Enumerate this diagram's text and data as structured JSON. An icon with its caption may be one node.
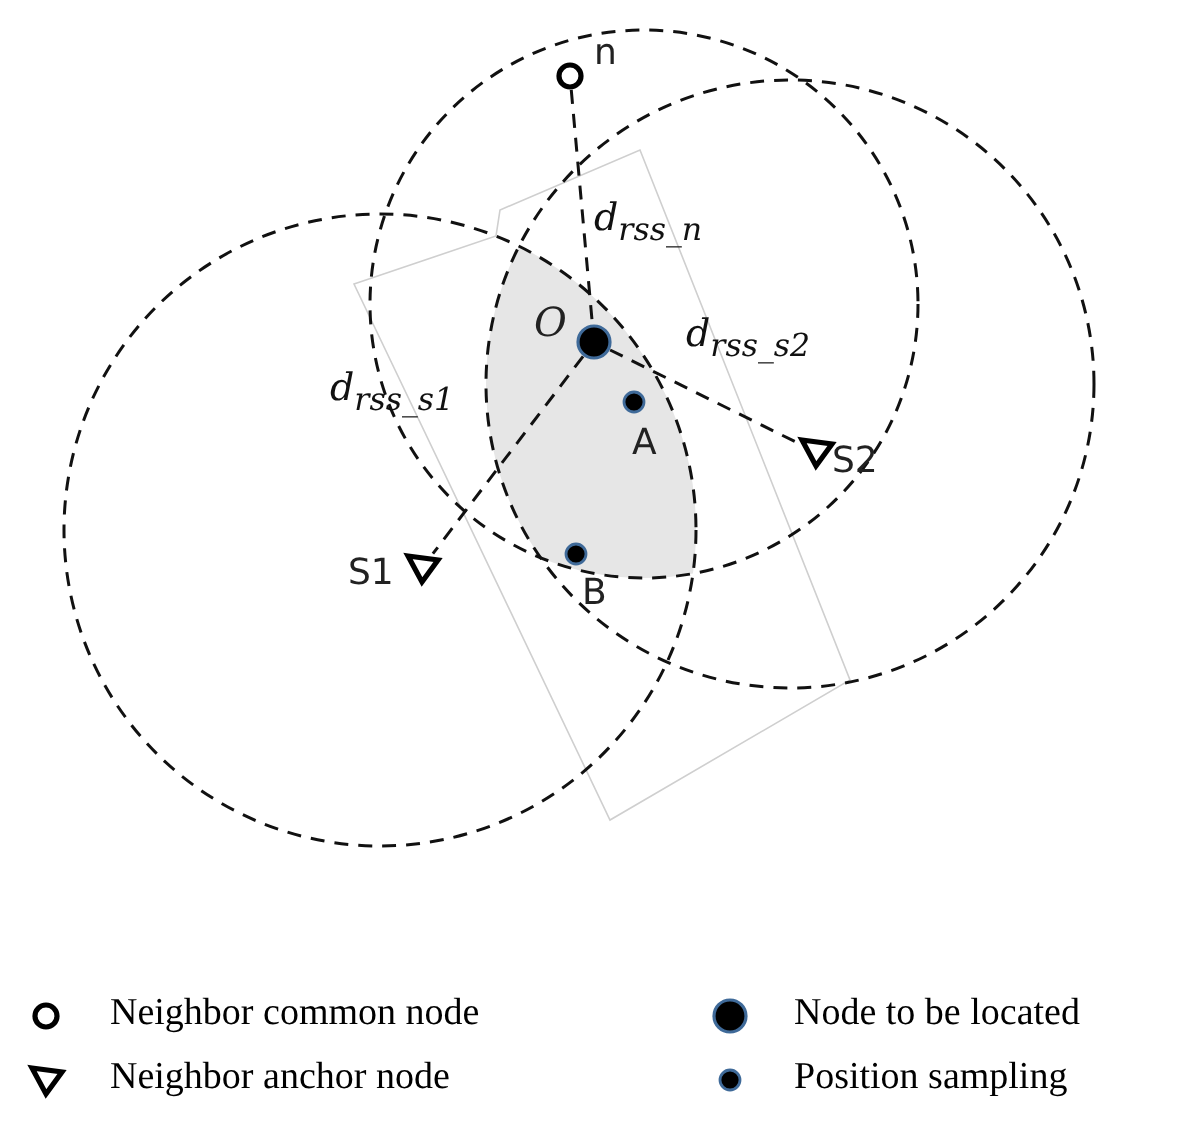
{
  "diagram": {
    "nodes": [
      {
        "text": [
          "n"
        ]
      },
      {
        "text": [
          "O"
        ]
      },
      {
        "text": [
          "A"
        ]
      },
      {
        "text": [
          "S2"
        ]
      },
      {
        "text": [
          "S1"
        ]
      },
      {
        "text": [
          "B"
        ]
      }
    ],
    "edges": [
      {
        "from": 0,
        "to": 1,
        "arrow": "none",
        "style": "dashed",
        "label": "d$_{rss_n}$"
      },
      {
        "from": 1,
        "to": 3,
        "arrow": "none",
        "style": "dashed",
        "label": "d$_{rss_s2}$"
      },
      {
        "from": 1,
        "to": 4,
        "arrow": "none",
        "style": "dashed",
        "label": "d$_{rss_s1}$"
      }
    ],
    "legend": [
      {
        "text": "Neighbor common node"
      },
      {
        "text": "Node to be located"
      },
      {
        "text": "Neighbor anchor node"
      },
      {
        "text": "Position sampling"
      }
    ]
  }
}
